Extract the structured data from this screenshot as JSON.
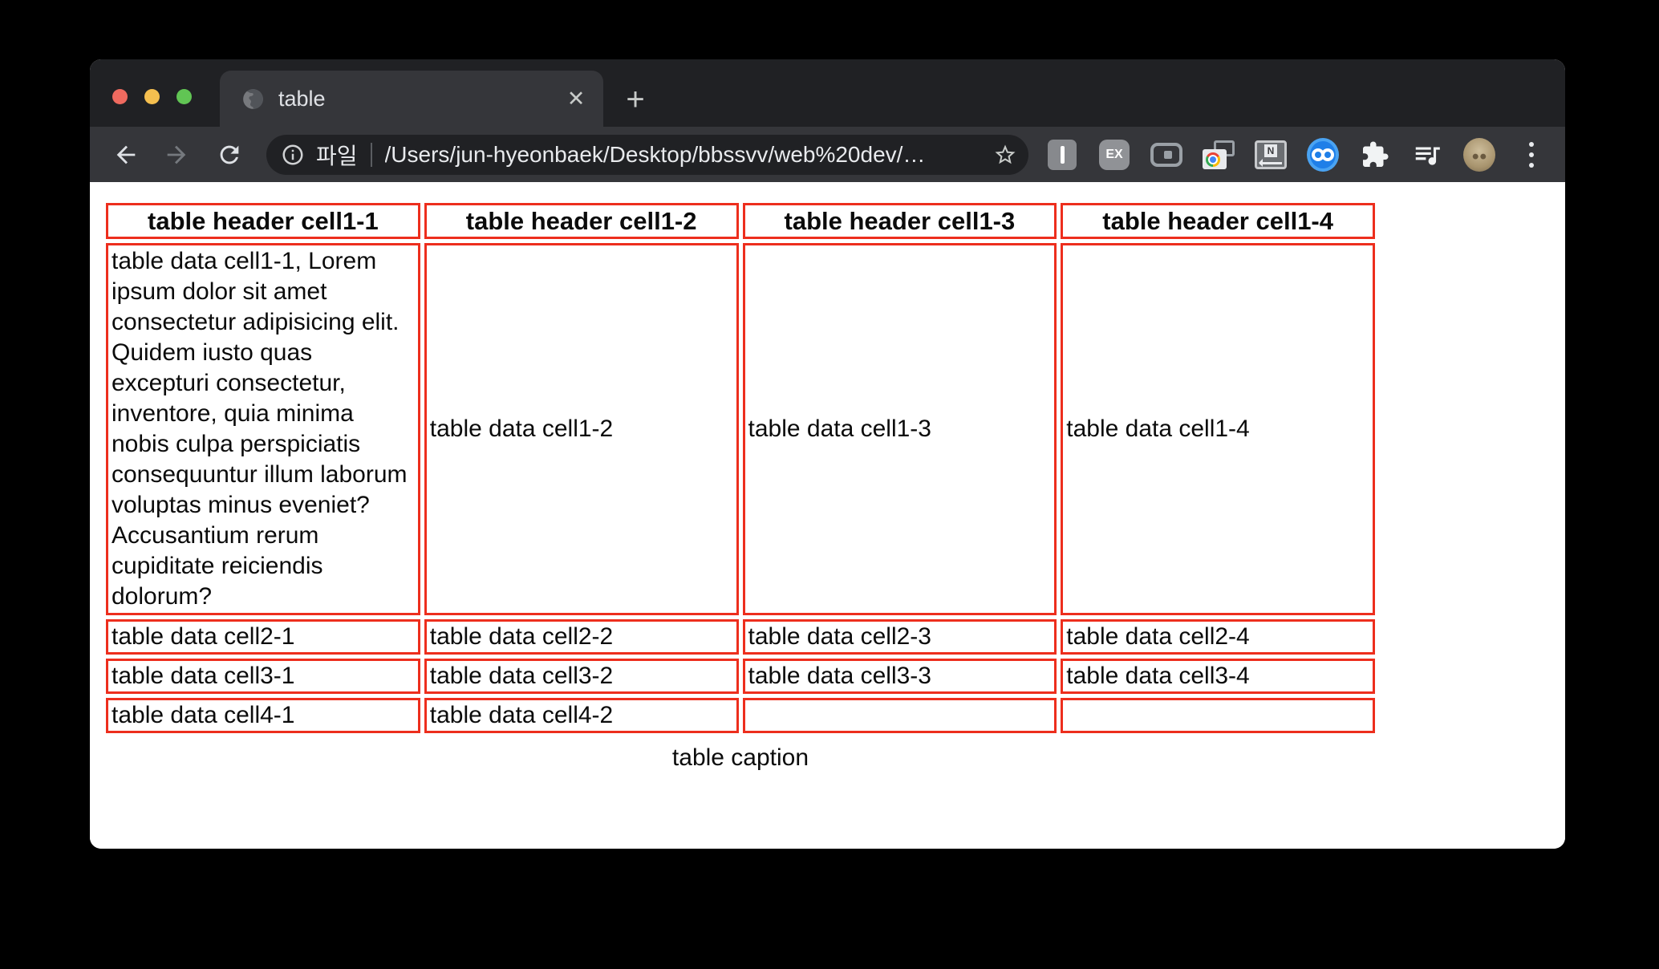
{
  "browser": {
    "tab": {
      "title": "table",
      "close_glyph": "✕",
      "new_tab_glyph": "+"
    },
    "address_bar": {
      "scheme_label": "파일",
      "url": "/Users/jun-hyeonbaek/Desktop/bbssvv/web%20dev/…"
    },
    "extensions": {
      "ex_label": "EX",
      "n_label": "N"
    }
  },
  "content": {
    "table": {
      "caption": "table caption",
      "headers": [
        "table header cell1-1",
        "table header cell1-2",
        "table header cell1-3",
        "table header cell1-4"
      ],
      "rows": [
        [
          "table data cell1-1, Lorem ipsum dolor sit amet consectetur adipisicing elit. Quidem iusto quas excepturi consectetur, inventore, quia minima nobis culpa perspiciatis consequuntur illum laborum voluptas minus eveniet? Accusantium rerum cupiditate reiciendis dolorum?",
          "table data cell1-2",
          "table data cell1-3",
          "table data cell1-4"
        ],
        [
          "table data cell2-1",
          "table data cell2-2",
          "table data cell2-3",
          "table data cell2-4"
        ],
        [
          "table data cell3-1",
          "table data cell3-2",
          "table data cell3-3",
          "table data cell3-4"
        ],
        [
          "table data cell4-1",
          "table data cell4-2",
          "",
          ""
        ]
      ]
    }
  },
  "colors": {
    "table_border_red": "#ed2e1d",
    "frame_bg": "#202124",
    "toolbar_bg": "#35363a",
    "infinity_icon_blue": "#1f7fe8",
    "traffic_red": "#ee6a5f",
    "traffic_yellow": "#f5bf4f",
    "traffic_green": "#61c554"
  }
}
